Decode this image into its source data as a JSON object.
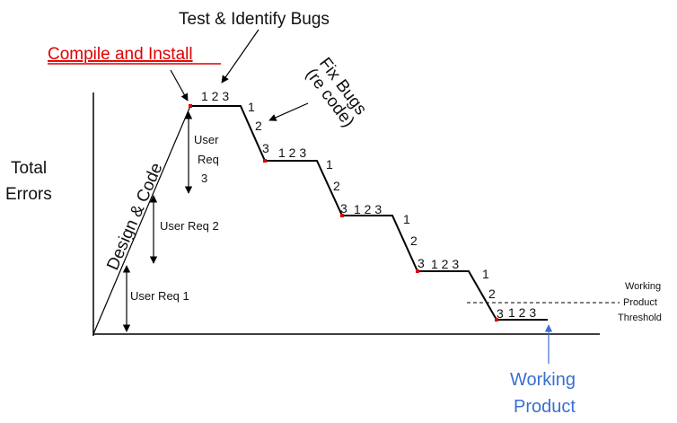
{
  "annotations": {
    "test_identify": "Test & Identify Bugs",
    "compile_install": "Compile and Install",
    "fix_bugs_line1": "Fix Bugs",
    "fix_bugs_line2": "(re code)",
    "design_code": "Design & Code",
    "y_axis_line1": "Total",
    "y_axis_line2": "Errors",
    "threshold_line1": "Working",
    "threshold_line2": "Product",
    "threshold_line3": "Threshold",
    "working_line1": "Working",
    "working_line2": "Product"
  },
  "requirements": {
    "req1": "User Req 1",
    "req2": "User Req 2",
    "req3_line1": "User",
    "req3_line2": "Req",
    "req3_line3": "3"
  },
  "step_labels": {
    "one": "1",
    "two": "2",
    "three": "3",
    "sequence": "1 2 3"
  },
  "colors": {
    "compile_red": "#e00000",
    "working_blue": "#3a6fd0",
    "line": "#000000"
  }
}
